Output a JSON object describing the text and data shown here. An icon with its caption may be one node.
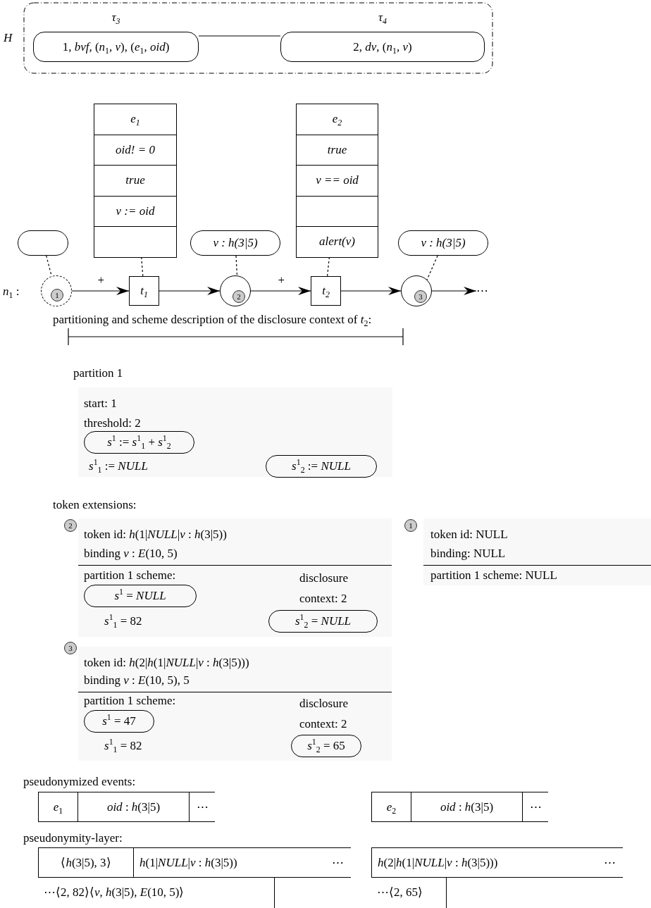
{
  "diagram": {
    "nodes": [
      {
        "text": [
          "H"
        ]
      },
      {
        "text": [
          "τ$_{3}$",
          "1, *bvf*, (*n*$_{1}$, *v*), (*e*$_{1}$, *oid*)"
        ],
        "in": 0
      },
      {
        "text": [
          "τ$_{4}$",
          "2, *dv*, (*n*$_{1}$, *v*)"
        ],
        "in": 0
      },
      {
        "text": [],
        "shape": "box"
      },
      {
        "text": [
          "e$_{1}$",
          "oid! = 0",
          "true",
          "v := oid"
        ]
      },
      {
        "text": [
          "v : h(3|5)"
        ]
      },
      {
        "text": [
          "e$_{2}$",
          "true",
          "v == oid",
          "alert(v)"
        ]
      },
      {
        "text": [
          "v : h(3|5)"
        ]
      },
      {
        "text": [],
        "shape": "circle"
      },
      {
        "text": [
          "1"
        ],
        "in": 8
      },
      {
        "text": [
          "t$_{1}$"
        ]
      },
      {
        "text": [],
        "shape": "circle"
      },
      {
        "text": [
          "2"
        ],
        "in": 11
      },
      {
        "text": [
          "t$_{2}$"
        ]
      },
      {
        "text": [],
        "shape": "circle"
      },
      {
        "text": [
          "3"
        ],
        "in": 14
      },
      {
        "text": [
          "start: 1",
          "threshold: 2",
          "*s*$^{1}$$_{1}$ := *NULL*"
        ]
      },
      {
        "text": [
          "*s*$^{1}$ := *s*$^{1}$$_{1}$ + *s*$^{1}$$_{2}$"
        ],
        "in": 16
      },
      {
        "text": [
          "*s*$^{1}$$_{2}$ := *NULL*"
        ],
        "in": 16
      },
      {
        "text": [
          "2"
        ]
      },
      {
        "text": [
          "token id: *h*(1|*NULL*|*v* : *h*(3|5))",
          "binding *v* : *E*(10, 5)",
          "partition 1 scheme:",
          "disclosure context: 2",
          "*s*$^{1}$$_{1}$ = 82"
        ]
      },
      {
        "text": [
          "*s*$^{1}$ = *NULL*"
        ],
        "in": 20
      },
      {
        "text": [
          "*s*$^{1}$$_{2}$ = *NULL*"
        ],
        "in": 20
      },
      {
        "text": [
          "1"
        ]
      },
      {
        "text": [
          "token id: NULL",
          "binding: NULL",
          "partition 1 scheme: NULL"
        ]
      },
      {
        "text": [
          "3"
        ]
      },
      {
        "text": [
          "token id: *h*(2|*h*(1|*NULL*|*v* : *h*(3|5)))",
          "binding *v* : *E*(10, 5), 5",
          "partition 1 scheme:",
          "disclosure context: 2",
          "*s*$^{1}$$_{1}$ = 82"
        ]
      },
      {
        "text": [
          "*s*$^{1}$ = 47"
        ],
        "in": 26
      },
      {
        "text": [
          "*s*$^{1}$$_{2}$ = 65"
        ],
        "in": 26
      },
      {
        "text": [
          "⋯"
        ]
      }
    ],
    "edges": [
      {
        "from": 1,
        "to": 2,
        "arrow": "none"
      },
      {
        "from": 8,
        "to": 10,
        "arrow": "to",
        "label": "+"
      },
      {
        "from": 10,
        "to": 11,
        "arrow": "to"
      },
      {
        "from": 11,
        "to": 13,
        "arrow": "to",
        "label": "+"
      },
      {
        "from": 13,
        "to": 14,
        "arrow": "to"
      },
      {
        "from": 14,
        "to": 29,
        "arrow": "to"
      },
      {
        "from": 4,
        "to": 10,
        "arrow": "none",
        "style": "dashed"
      },
      {
        "from": 6,
        "to": 13,
        "arrow": "none",
        "style": "dashed"
      },
      {
        "from": 3,
        "to": 9,
        "arrow": "none",
        "style": "dashed"
      },
      {
        "from": 5,
        "to": 12,
        "arrow": "none",
        "style": "dashed"
      },
      {
        "from": 7,
        "to": 15,
        "arrow": "none",
        "style": "dashed"
      }
    ],
    "labels": [
      "*n*$_{1}$ :",
      "partitioning and scheme description of the disclosure context of *t*$_{2}$:",
      "partition 1",
      "token extensions:",
      "pseudonymized events:",
      "*e*$_{1}$",
      "*oid* : *h*(3|5)",
      "⋯",
      "*e*$_{2}$",
      "*oid* : *h*(3|5)",
      "⋯",
      "pseudonymity-layer:",
      "⟨*h*(3|5), 3⟩",
      "*h*(1|*NULL*|*v* : *h*(3|5))",
      "⋯",
      "*h*(2|*h*(1|*NULL*|*v* : *h*(3|5)))",
      "⋯",
      "⋯⟨2, 82⟩⟨*v*, *h*(3|5), *E*(10, 5)⟩",
      "⋯⟨2, 65⟩"
    ]
  }
}
